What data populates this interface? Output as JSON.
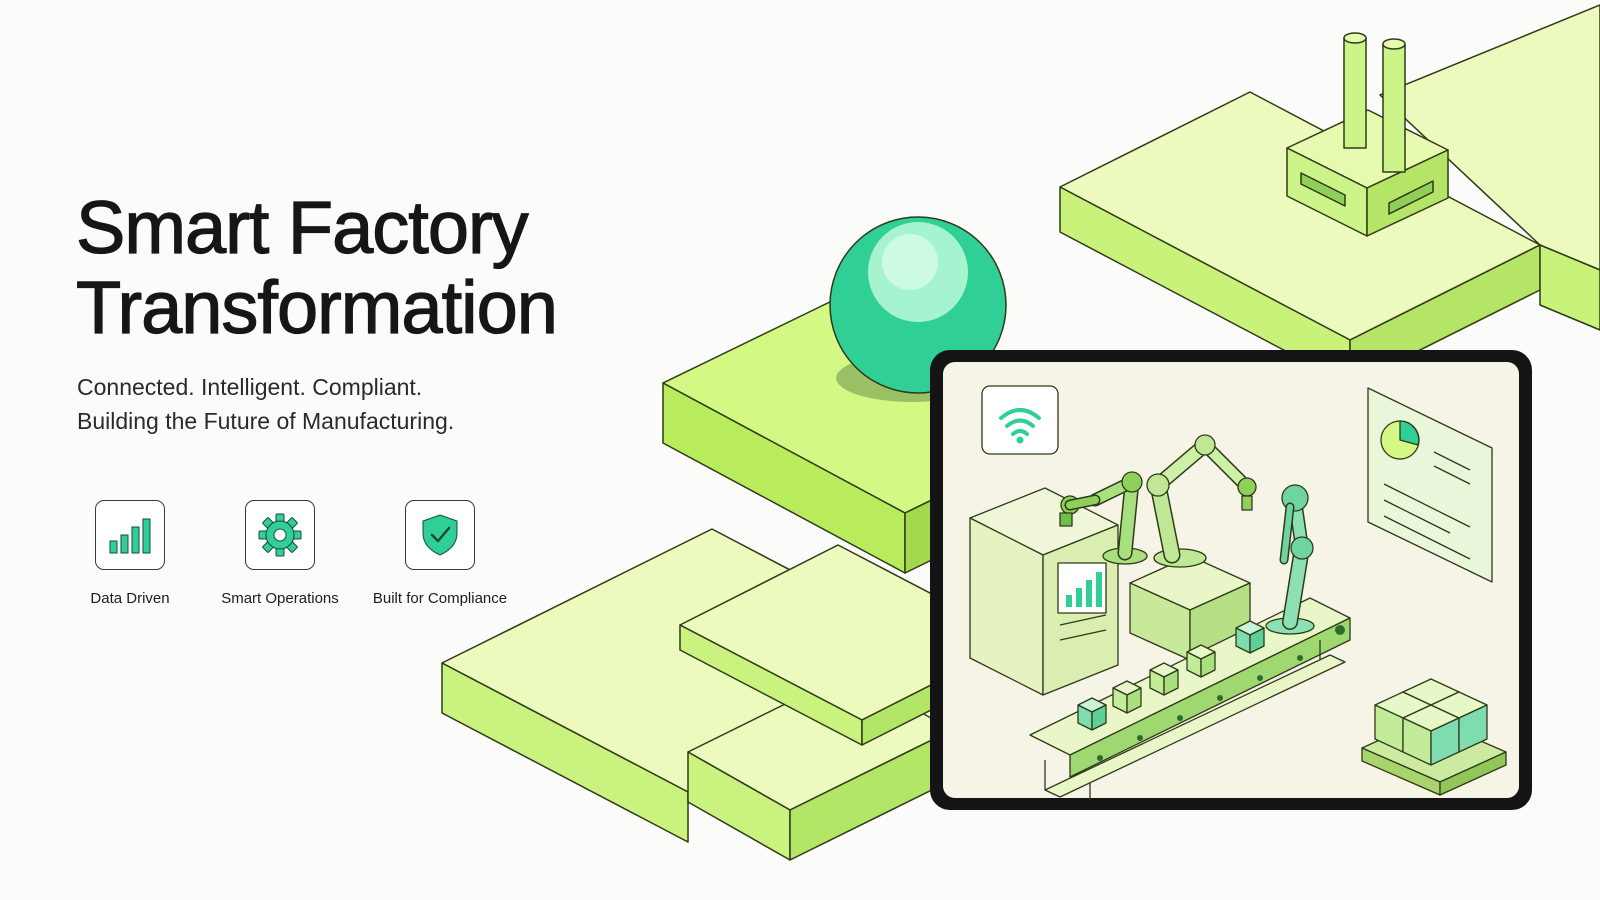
{
  "hero": {
    "title_line_1": "Smart Factory",
    "title_line_2": "Transformation",
    "subtitle_line_1": "Connected. Intelligent. Compliant.",
    "subtitle_line_2": "Building the Future of Manufacturing."
  },
  "features": [
    {
      "label": "Data Driven",
      "icon": "bar-chart-icon"
    },
    {
      "label": "Smart Operations",
      "icon": "gear-icon"
    },
    {
      "label": "Built for Compliance",
      "icon": "shield-check-icon"
    }
  ],
  "colors": {
    "background": "#fbfbf9",
    "lime_top": "#d4f884",
    "lime_pale": "#ecfbbd",
    "accent_teal": "#2fcf95",
    "frame": "#141414",
    "text": "#161616"
  }
}
